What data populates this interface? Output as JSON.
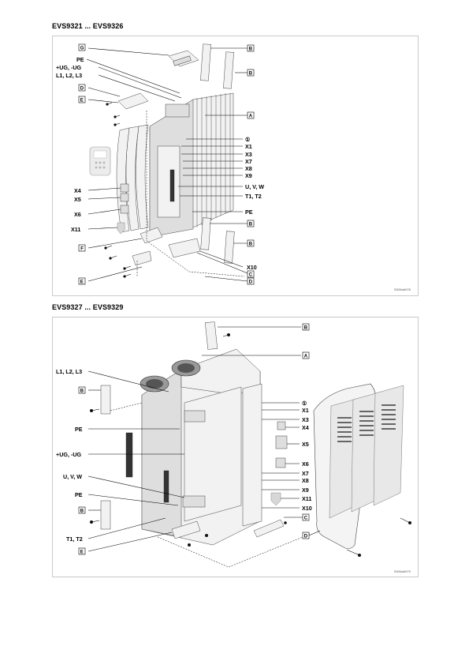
{
  "top": {
    "heading": "EVS9321 ... EVS9326",
    "labels": {
      "G": "G",
      "PE": "PE",
      "UG": "+UG, -UG",
      "L123": "L1, L2, L3",
      "D": "D",
      "E": "E",
      "B1": "B",
      "B2": "B",
      "A": "A",
      "circ1": "①",
      "X1": "X1",
      "X3": "X3",
      "X7": "X7",
      "X8": "X8",
      "X9": "X9",
      "UVW": "U, V, W",
      "T12": "T1, T2",
      "PE2": "PE",
      "X4": "X4",
      "X5": "X5",
      "X6": "X6",
      "X11": "X11",
      "B3": "B",
      "B4": "B",
      "F": "F",
      "X10": "X10",
      "C": "C",
      "D2": "D",
      "E2": "E"
    },
    "code": "9300std078"
  },
  "bottom": {
    "heading": "EVS9327 ... EVS9329",
    "labels": {
      "B1": "B",
      "A": "A",
      "L123": "L1, L2, L3",
      "B2": "B",
      "PE": "PE",
      "UG": "+UG, -UG",
      "UVW": "U, V, W",
      "PE2": "PE",
      "B3": "B",
      "T12": "T1, T2",
      "E": "E",
      "circ1": "①",
      "X1": "X1",
      "X3": "X3",
      "X4": "X4",
      "X5": "X5",
      "X6": "X6",
      "X7": "X7",
      "X8": "X8",
      "X9": "X9",
      "X11": "X11",
      "X10": "X10",
      "C": "C",
      "D": "D"
    },
    "code": "9300std079"
  }
}
